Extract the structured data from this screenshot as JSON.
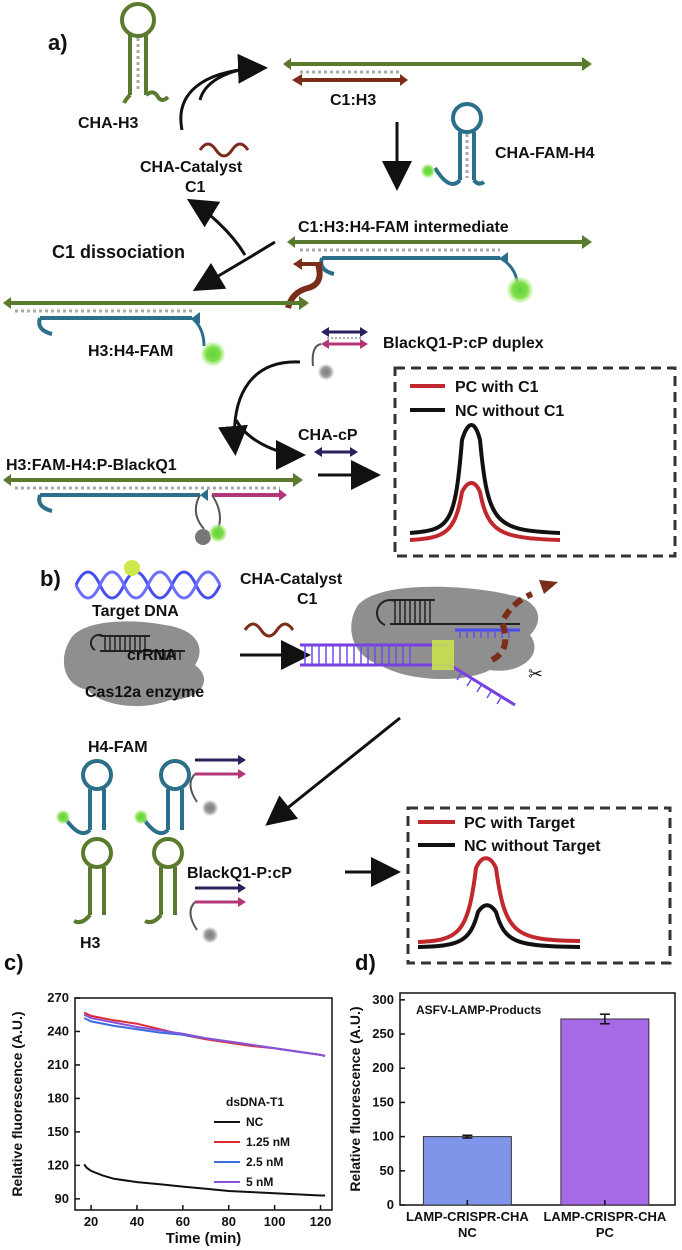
{
  "panels": {
    "a": "a)",
    "b": "b)",
    "c": "c)",
    "d": "d)"
  },
  "panel_a": {
    "cha_h3": "CHA-H3",
    "catalyst_line1": "CHA-Catalyst",
    "catalyst_line2": "C1",
    "c1_h3": "C1:H3",
    "cha_fam_h4": "CHA-FAM-H4",
    "intermediate": "C1:H3:H4-FAM intermediate",
    "c1_dissociation": "C1 dissociation",
    "h3_h4_fam": "H3:H4-FAM",
    "blackq1_duplex": "BlackQ1-P:cP duplex",
    "cha_cp": "CHA-cP",
    "h3_fam_h4_p_blackq1": "H3:FAM-H4:P-BlackQ1",
    "legend_pc": "PC with C1",
    "legend_nc": "NC without C1"
  },
  "panel_b": {
    "target_dna": "Target DNA",
    "crrna": "crRNA",
    "cas12a": "Cas12a enzyme",
    "catalyst_line1": "CHA-Catalyst",
    "catalyst_line2": "C1",
    "h4_fam": "H4-FAM",
    "h3": "H3",
    "blackq1_p_cp": "BlackQ1-P:cP",
    "legend_pc": "PC with Target",
    "legend_nc": "NC without Target"
  },
  "colors": {
    "olive": "#5a7a2e",
    "brown": "#7a2e1a",
    "teal": "#2c6f8a",
    "magenta": "#b4367a",
    "navy": "#2b1f5c",
    "green_dot": "#5fd13a",
    "gray": "#8a8a8a",
    "pc_red": "#c0282d",
    "nc_black": "#111111",
    "blue_line": "#3a6fe0",
    "purple_line": "#8a52d6",
    "bar_nc": "#7f95ea",
    "bar_pc": "#a66ae6"
  },
  "chart_data": [
    {
      "type": "line",
      "panel": "c)",
      "legend_title": "dsDNA-T1",
      "xlabel": "Time (min)",
      "ylabel": "Relative fluorescence (A.U.)",
      "xlim": [
        13,
        125
      ],
      "ylim": [
        80,
        270
      ],
      "xticks": [
        20,
        40,
        60,
        80,
        100,
        120
      ],
      "yticks": [
        90,
        120,
        150,
        180,
        210,
        240,
        270
      ],
      "legend_position": "bottom-right",
      "series": [
        {
          "name": "NC",
          "color": "#111111",
          "x": [
            17,
            18,
            20,
            25,
            30,
            40,
            50,
            60,
            70,
            80,
            90,
            100,
            110,
            120,
            122
          ],
          "y": [
            121,
            118,
            115,
            111,
            108,
            105,
            103,
            101,
            99,
            97,
            96,
            95,
            94,
            93,
            93
          ]
        },
        {
          "name": "1.25 nM",
          "color": "#e02b35",
          "x": [
            17,
            20,
            30,
            40,
            50,
            60,
            70,
            80,
            90,
            100,
            110,
            120,
            122
          ],
          "y": [
            257,
            254,
            250,
            247,
            242,
            237,
            233,
            230,
            227,
            225,
            222,
            219,
            218
          ]
        },
        {
          "name": "2.5 nM",
          "color": "#3a6fe0",
          "x": [
            17,
            20,
            30,
            40,
            50,
            60,
            70,
            80,
            90,
            100,
            110,
            120,
            122
          ],
          "y": [
            252,
            249,
            245,
            242,
            239,
            237,
            234,
            231,
            228,
            225,
            222,
            219,
            218
          ]
        },
        {
          "name": "5 nM",
          "color": "#8a52d6",
          "x": [
            17,
            20,
            30,
            40,
            50,
            60,
            70,
            80,
            90,
            100,
            110,
            120,
            122
          ],
          "y": [
            255,
            252,
            248,
            244,
            241,
            238,
            234,
            231,
            228,
            225,
            222,
            219,
            218
          ]
        }
      ]
    },
    {
      "type": "bar",
      "panel": "d)",
      "title": "ASFV-LAMP-Products",
      "ylabel": "Relative fluorescence (A.U.)",
      "ylim": [
        0,
        310
      ],
      "yticks": [
        0,
        50,
        100,
        150,
        200,
        250,
        300
      ],
      "categories": [
        {
          "line1": "LAMP-CRISPR-CHA",
          "line2": "NC"
        },
        {
          "line1": "LAMP-CRISPR-CHA",
          "line2": "PC"
        }
      ],
      "values": [
        100,
        272
      ],
      "errors": [
        2,
        7
      ],
      "colors": [
        "#7f95ea",
        "#a66ae6"
      ]
    }
  ]
}
